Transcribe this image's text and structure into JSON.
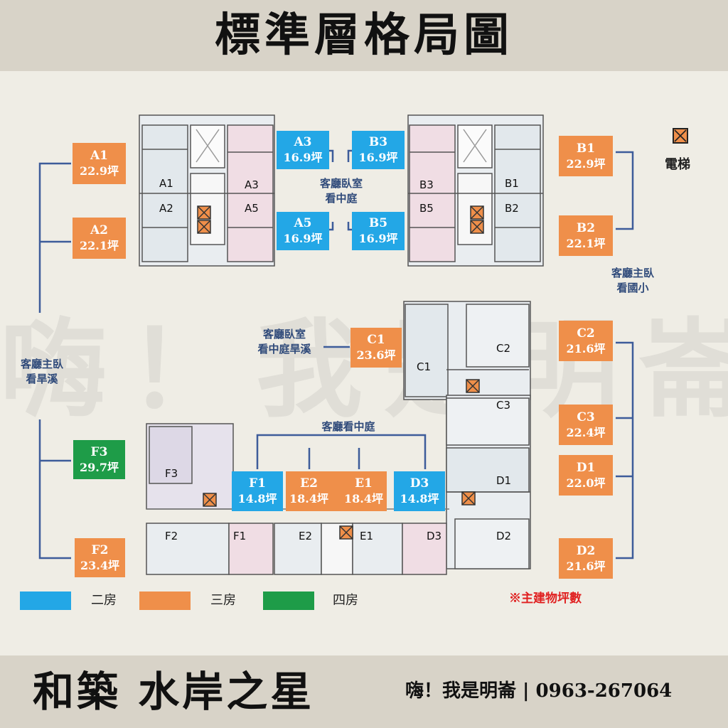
{
  "title": "標準層格局圖",
  "project": "和築 水岸之星",
  "contact": "嗨！我是明崙 | 0963-267064",
  "watermark": "嗨！我是明崙",
  "elevator_legend": "電梯",
  "footnote": "※主建物坪數",
  "colors": {
    "two_room": "#23a7e6",
    "three_room": "#ef8f4a",
    "four_room": "#1e9c48",
    "connector": "#3d5c9a"
  },
  "legend": [
    {
      "label": "二房",
      "color": "#23a7e6"
    },
    {
      "label": "三房",
      "color": "#ef8f4a"
    },
    {
      "label": "四房",
      "color": "#1e9c48"
    }
  ],
  "units": {
    "A1": {
      "name": "A1",
      "area": "22.9坪"
    },
    "A2": {
      "name": "A2",
      "area": "22.1坪"
    },
    "A3": {
      "name": "A3",
      "area": "16.9坪"
    },
    "A5": {
      "name": "A5",
      "area": "16.9坪"
    },
    "B1": {
      "name": "B1",
      "area": "22.9坪"
    },
    "B2": {
      "name": "B2",
      "area": "22.1坪"
    },
    "B3": {
      "name": "B3",
      "area": "16.9坪"
    },
    "B5": {
      "name": "B5",
      "area": "16.9坪"
    },
    "C1": {
      "name": "C1",
      "area": "23.6坪"
    },
    "C2": {
      "name": "C2",
      "area": "21.6坪"
    },
    "C3": {
      "name": "C3",
      "area": "22.4坪"
    },
    "D1": {
      "name": "D1",
      "area": "22.0坪"
    },
    "D2": {
      "name": "D2",
      "area": "21.6坪"
    },
    "D3": {
      "name": "D3",
      "area": "14.8坪"
    },
    "E1": {
      "name": "E1",
      "area": "18.4坪"
    },
    "E2": {
      "name": "E2",
      "area": "18.4坪"
    },
    "F1": {
      "name": "F1",
      "area": "14.8坪"
    },
    "F2": {
      "name": "F2",
      "area": "23.4坪"
    },
    "F3": {
      "name": "F3",
      "area": "29.7坪"
    }
  },
  "notes": {
    "left": "客廳主臥\n看旱溪",
    "center_top": "客廳臥室\n看中庭",
    "right": "客廳主臥\n看國小",
    "c1": "客廳臥室\n看中庭旱溪",
    "center_bottom": "客廳看中庭"
  },
  "plan_labels": {
    "A1": "A1",
    "A2": "A2",
    "A3": "A3",
    "A5": "A5",
    "B1": "B1",
    "B2": "B2",
    "B3": "B3",
    "B5": "B5",
    "C1": "C1",
    "C2": "C2",
    "C3": "C3",
    "D1": "D1",
    "D2": "D2",
    "D3": "D3",
    "E1": "E1",
    "E2": "E2",
    "F1": "F1",
    "F2": "F2",
    "F3": "F3"
  }
}
